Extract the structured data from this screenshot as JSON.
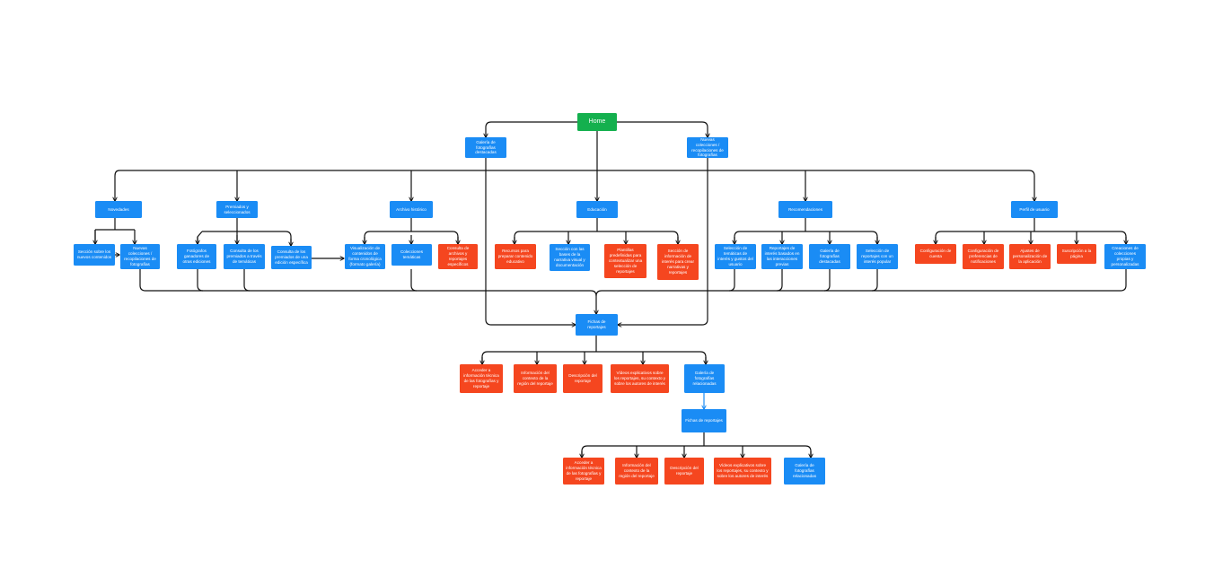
{
  "colors": {
    "home": "#14b04e",
    "section": "#1a8cf5",
    "action": "#f5461f",
    "connector": "#111111",
    "highlight_connector": "#1a8cf5"
  },
  "nodes": {
    "home": "Home",
    "galeria_fotografias": "Galería de fotografías destacadas",
    "nuevas_colecciones": "Nuevas colecciones / recopilaciones de fotografías",
    "novedades": "Novedades",
    "premiados": "Premiados y seleccionados",
    "archivo": "Archivo histórico",
    "educacion": "Educación",
    "recomendaciones": "Recomendaciones",
    "perfil": "Perfil de usuario",
    "nov_seccion": "Sección sobre los nuevos contenidos",
    "nov_colecciones": "Nuevas colecciones / recopilaciones de fotografías",
    "prem_fotografos": "Fotógrafos ganadores de otras ediciones",
    "prem_consulta_temas": "Consulta de los premiados a través de temáticas",
    "prem_consulta_edicion": "Consulta de los premiados de una edición específica",
    "arch_visualizacion": "Visualización de contenidos de forma cronológica (formato galería)",
    "arch_colecciones": "Colecciones temáticas",
    "arch_consulta": "Consulta de archivos y reportajes específicos",
    "edu_recursos": "Recursos para preparar contenido educativo",
    "edu_seccion": "Sección con las bases de la narrativa visual y documentación",
    "edu_plantillas": "Plantillas predefinidas para contextualizar una selección de reportajes",
    "edu_informacion": "Sección de información de interés para crear narrativas y reportajes",
    "rec_tematicas": "Selección de temáticas de interés y gustos del usuario",
    "rec_reportajes": "Reportajes de interés basados en las interacciones previas",
    "rec_galeria": "Galería de fotografías destacadas",
    "rec_popular": "Selección de reportajes con un interés popular",
    "perf_configuracion": "Configuración de cuenta",
    "perf_preferencias": "Configuración de preferencias de notificaciones",
    "perf_ajustes": "Ajustes de personalización de la aplicación",
    "perf_suscripcion": "Suscripción a la página",
    "perf_creaciones": "Creaciones de colecciones propias y personalizadas",
    "fichas_1": "Fichas de reportajes",
    "f1_acceder": "Acceder a información técnica de las fotografías y reportaje",
    "f1_contexto": "Información del contexto de la región del reportaje",
    "f1_descripcion": "Descripción del reportaje",
    "f1_videos": "Vídeos explicativos sobre los reportajes, su contexto y sobre los autores de interés",
    "f1_galeria": "Galería de fotografías relacionadas",
    "fichas_2": "Fichas de reportajes",
    "f2_acceder": "Acceder a información técnica de las fotografías y reportaje",
    "f2_contexto": "Información del contexto de la región del reportaje",
    "f2_descripcion": "Descripción del reportaje",
    "f2_videos": "Vídeos explicativos sobre los reportajes, su contexto y sobre los autores de interés",
    "f2_galeria": "Galería de fotografías relacionadas"
  }
}
